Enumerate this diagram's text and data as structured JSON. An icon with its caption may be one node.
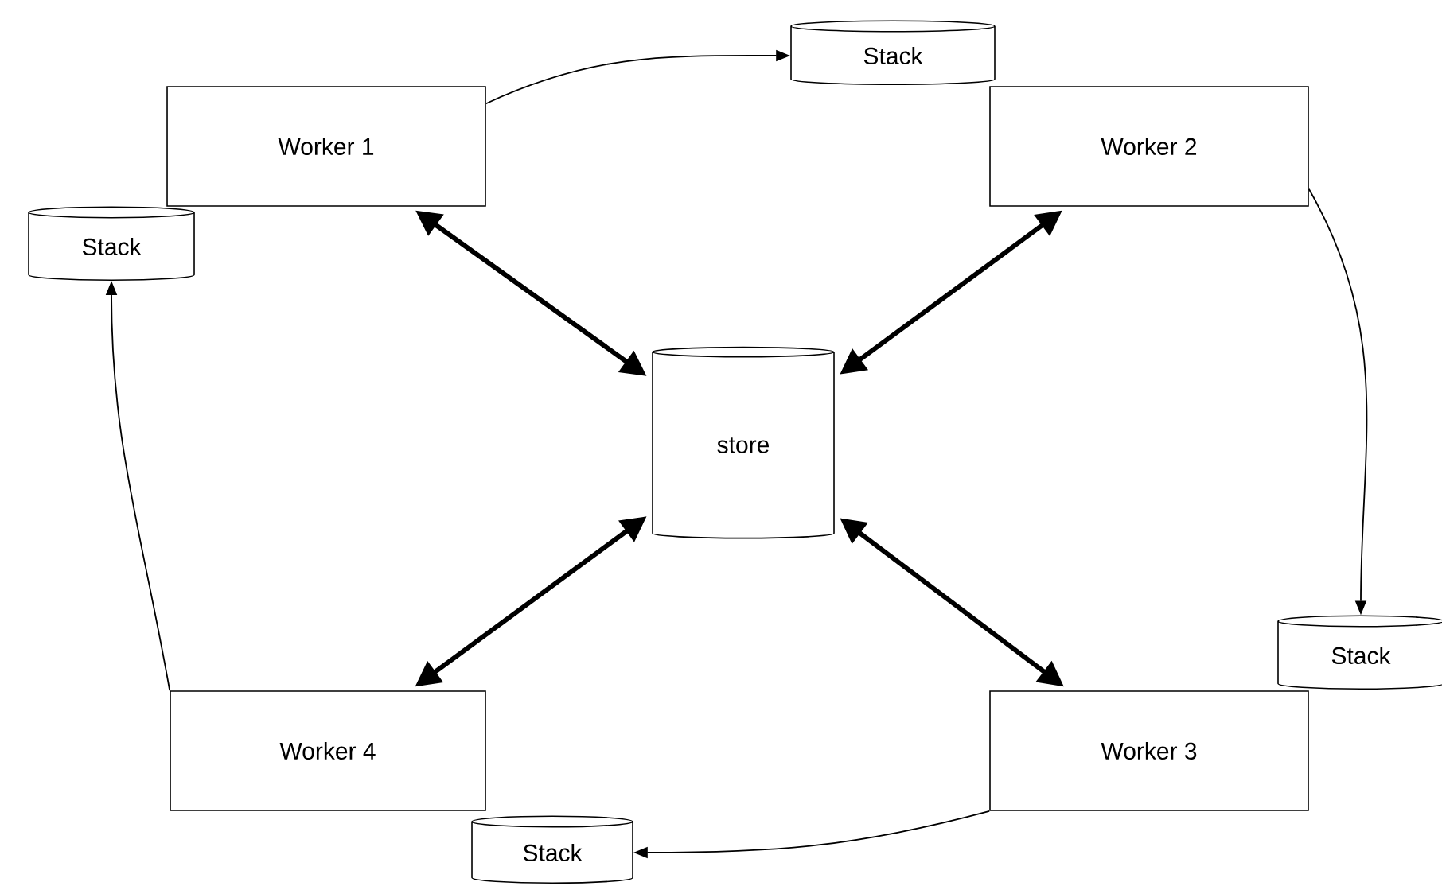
{
  "diagram": {
    "nodes": [
      {
        "text": [
          "Stack"
        ]
      },
      {
        "text": [
          "Worker 1"
        ]
      },
      {
        "text": [
          "Worker 2"
        ]
      },
      {
        "text": [
          "Stack"
        ]
      },
      {
        "text": [
          "store"
        ]
      },
      {
        "text": [
          "Stack"
        ]
      },
      {
        "text": [
          "Worker 4"
        ]
      },
      {
        "text": [
          "Worker 3"
        ]
      },
      {
        "text": [
          "Stack"
        ]
      }
    ],
    "edges": [
      {
        "from": 1,
        "to": 0,
        "arrow": "to"
      },
      {
        "from": 2,
        "to": 5,
        "arrow": "to"
      },
      {
        "from": 7,
        "to": 8,
        "arrow": "to"
      },
      {
        "from": 6,
        "to": 3,
        "arrow": "to"
      },
      {
        "from": 4,
        "to": 1,
        "arrow": "both",
        "style": "thick"
      },
      {
        "from": 4,
        "to": 2,
        "arrow": "both",
        "style": "thick"
      },
      {
        "from": 4,
        "to": 6,
        "arrow": "both",
        "style": "thick"
      },
      {
        "from": 4,
        "to": 7,
        "arrow": "both",
        "style": "thick"
      }
    ]
  }
}
